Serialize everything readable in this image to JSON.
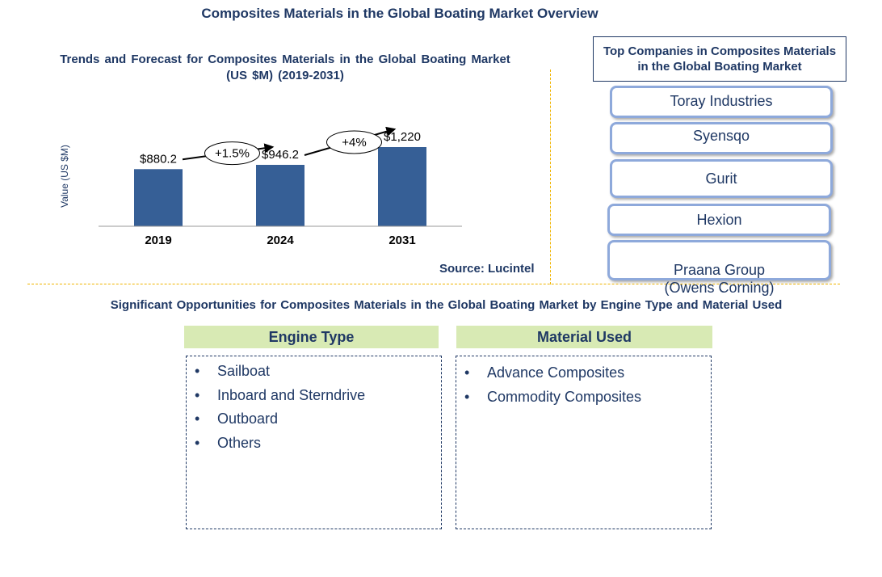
{
  "page": {
    "title": "Composites Materials in the Global Boating Market Overview",
    "source": "Source: Lucintel"
  },
  "chart_data": {
    "type": "bar",
    "title": "Trends and Forecast for Composites Materials in the Global Boating Market (US $M) (2019-2031)",
    "ylabel": "Value (US $M)",
    "xlabel": "",
    "categories": [
      "2019",
      "2024",
      "2031"
    ],
    "values": [
      880.2,
      946.2,
      1220
    ],
    "data_labels": [
      "$880.2",
      "$946.2",
      "$1,220"
    ],
    "growth_annotations": [
      {
        "label": "+1.5%",
        "from": "2019",
        "to": "2024"
      },
      {
        "label": "+4%",
        "from": "2024",
        "to": "2031"
      }
    ],
    "ylim": [
      0,
      1220
    ],
    "grid": false,
    "bar_color": "#365f96"
  },
  "top_companies": {
    "title": "Top Companies in Composites Materials in the Global Boating Market",
    "items": [
      "Toray Industries",
      "Syensqo",
      "Gurit",
      "Hexion",
      "Praana Group\n(Owens Corning)"
    ]
  },
  "opportunities": {
    "title": "Significant Opportunities for Composites Materials in the Global Boating Market  by Engine Type and Material Used",
    "engine_type": {
      "heading": "Engine Type",
      "items": [
        "Sailboat",
        "Inboard and Sterndrive",
        "Outboard",
        "Others"
      ]
    },
    "material_used": {
      "heading": "Material Used",
      "items": [
        "Advance Composites",
        "Commodity Composites"
      ]
    }
  }
}
